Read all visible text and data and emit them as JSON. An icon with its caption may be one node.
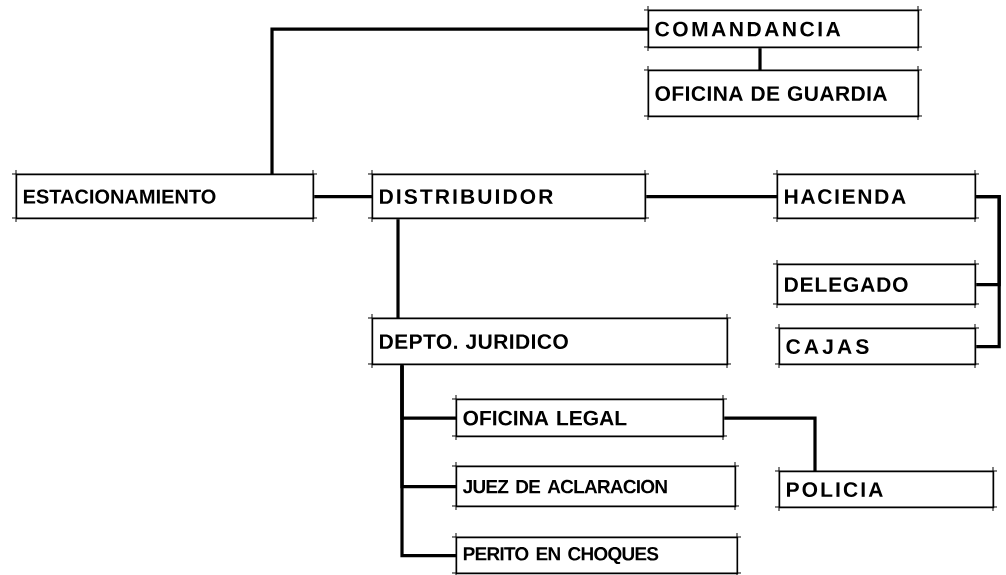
{
  "diagram": {
    "nodes": [
      {
        "text": [
          "COMANDANCIA"
        ]
      },
      {
        "text": [
          "OFICINA DE GUARDIA"
        ]
      },
      {
        "text": [
          "ESTACIONAMIENTO"
        ]
      },
      {
        "text": [
          "DISTRIBUIDOR"
        ]
      },
      {
        "text": [
          "HACIENDA"
        ]
      },
      {
        "text": [
          "DELEGADO"
        ]
      },
      {
        "text": [
          "DEPTO. JURIDICO"
        ]
      },
      {
        "text": [
          "CAJAS"
        ]
      },
      {
        "text": [
          "OFICINA LEGAL"
        ]
      },
      {
        "text": [
          "JUEZ DE ACLARACION"
        ]
      },
      {
        "text": [
          "POLICIA"
        ]
      },
      {
        "text": [
          "PERITO EN CHOQUES"
        ]
      }
    ],
    "edges": [
      {
        "from": 2,
        "to": 0,
        "arrow": "none"
      },
      {
        "from": 0,
        "to": 1,
        "arrow": "none"
      },
      {
        "from": 2,
        "to": 3,
        "arrow": "none"
      },
      {
        "from": 3,
        "to": 4,
        "arrow": "none"
      },
      {
        "from": 4,
        "to": 5,
        "arrow": "none"
      },
      {
        "from": 4,
        "to": 7,
        "arrow": "none"
      },
      {
        "from": 3,
        "to": 6,
        "arrow": "none"
      },
      {
        "from": 6,
        "to": 8,
        "arrow": "none"
      },
      {
        "from": 6,
        "to": 9,
        "arrow": "none"
      },
      {
        "from": 6,
        "to": 11,
        "arrow": "none"
      },
      {
        "from": 8,
        "to": 10,
        "arrow": "none"
      }
    ]
  }
}
